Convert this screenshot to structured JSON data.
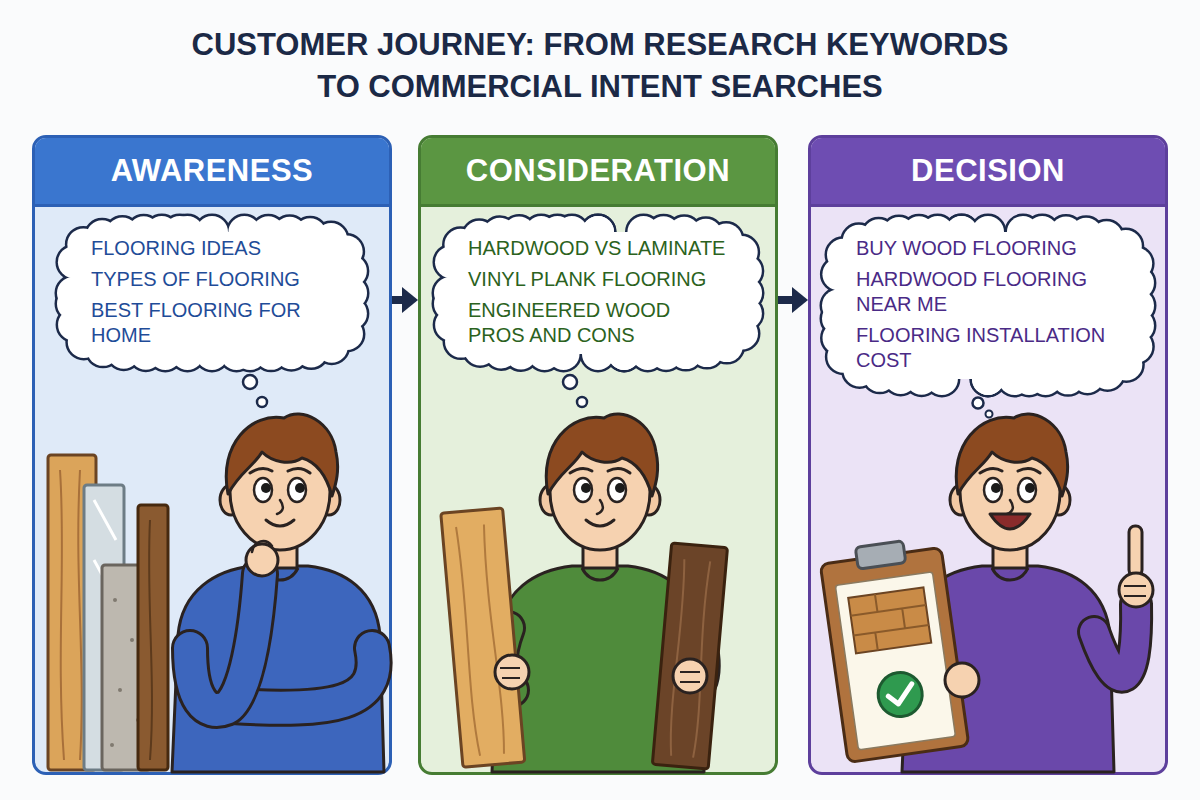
{
  "diagram": {
    "title": "CUSTOMER JOURNEY: FROM RESEARCH KEYWORDS TO COMMERCIAL INTENT SEARCHES",
    "nodes": [
      {
        "text": [
          "AWARENESS"
        ]
      },
      {
        "text": [
          "FLOORING IDEAS",
          "TYPES OF FLOORING",
          "BEST FLOORING FOR HOME"
        ],
        "in": 0
      },
      {
        "text": [
          "CONSIDERATION"
        ]
      },
      {
        "text": [
          "HARDWOOD VS LAMINATE",
          "VINYL PLANK FLOORING",
          "ENGINEERED WOOD PROS AND CONS"
        ],
        "in": 2
      },
      {
        "text": [
          "DECISION"
        ]
      },
      {
        "text": [
          "BUY WOOD FLOORING",
          "HARDWOOD FLOORING NEAR ME",
          "FLOORING INSTALLATION COST"
        ],
        "in": 4
      }
    ],
    "edges": [
      {
        "from": 0,
        "to": 2,
        "arrow": "to"
      },
      {
        "from": 2,
        "to": 4,
        "arrow": "to"
      }
    ]
  }
}
